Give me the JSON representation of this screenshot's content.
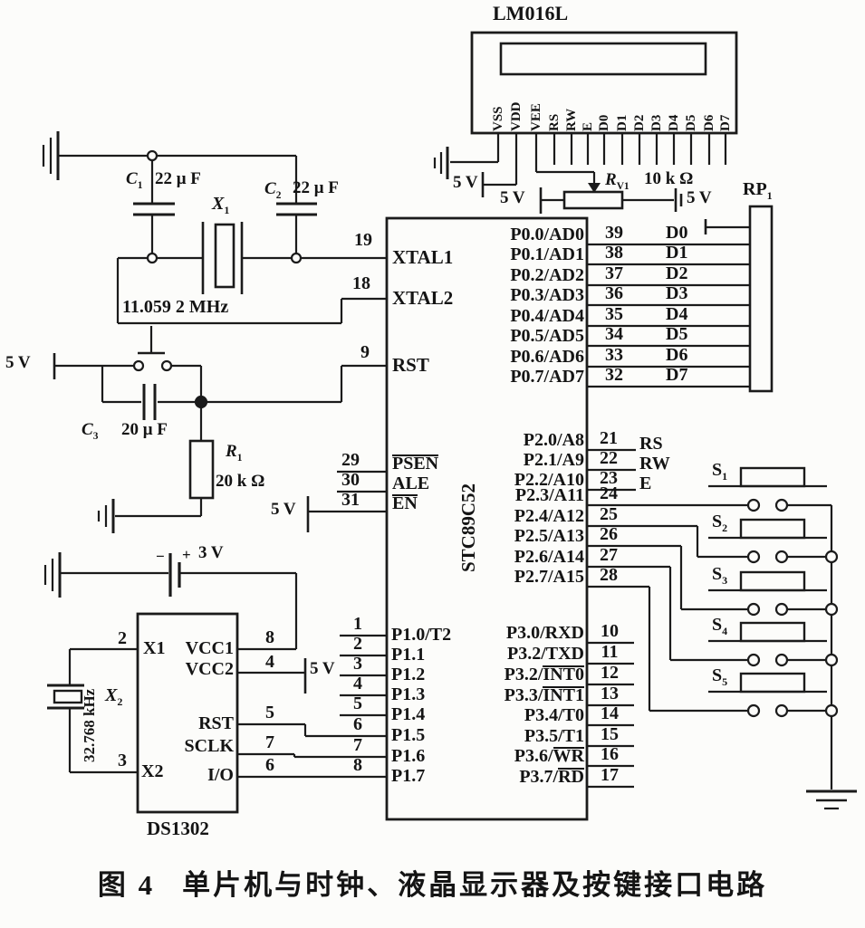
{
  "caption": {
    "figure": "图 4",
    "text": "单片机与时钟、液晶显示器及按键接口电路"
  },
  "power": {
    "v5": "5 V",
    "v3": "3 V",
    "minus": "−",
    "plus": "+"
  },
  "lcd": {
    "name": "LM016L",
    "pins": [
      "VSS",
      "VDD",
      "VEE",
      "RS",
      "RW",
      "E",
      "D0",
      "D1",
      "D2",
      "D3",
      "D4",
      "D5",
      "D6",
      "D7"
    ]
  },
  "pot": {
    "ref": "R",
    "sub": "V1",
    "value": "10 k Ω"
  },
  "rp": {
    "ref": "RP",
    "sub": "1"
  },
  "caps": {
    "c1": {
      "ref": "C",
      "sub": "1",
      "value": "22 μ F"
    },
    "c2": {
      "ref": "C",
      "sub": "2",
      "value": "22 μ F"
    },
    "c3": {
      "ref": "C",
      "sub": "3",
      "value": "20 μ F"
    }
  },
  "res": {
    "r1": {
      "ref": "R",
      "sub": "1",
      "value": "20 k Ω"
    }
  },
  "xtal": {
    "x1": {
      "ref": "X",
      "sub": "1",
      "freq": "11.059 2 MHz"
    },
    "x2": {
      "ref": "X",
      "sub": "2",
      "freq": "32.768 kHz"
    }
  },
  "mcu": {
    "name": "STC89C52",
    "left_top": [
      {
        "num": "19",
        "label": "XTAL1"
      },
      {
        "num": "18",
        "label": "XTAL2"
      },
      {
        "num": "9",
        "label": "RST"
      }
    ],
    "left_mid": [
      {
        "num": "29",
        "label": "PSEN",
        "ov": true
      },
      {
        "num": "30",
        "label": "ALE"
      },
      {
        "num": "31",
        "label": "EN",
        "ov": true
      }
    ],
    "p1": [
      {
        "num": "1",
        "label": "P1.0/T2"
      },
      {
        "num": "2",
        "label": "P1.1"
      },
      {
        "num": "3",
        "label": "P1.2"
      },
      {
        "num": "4",
        "label": "P1.3"
      },
      {
        "num": "5",
        "label": "P1.4"
      },
      {
        "num": "6",
        "label": "P1.5"
      },
      {
        "num": "7",
        "label": "P1.6"
      },
      {
        "num": "8",
        "label": "P1.7"
      }
    ],
    "p0": [
      {
        "num": "39",
        "label": "P0.0/AD0",
        "net": "D0"
      },
      {
        "num": "38",
        "label": "P0.1/AD1",
        "net": "D1"
      },
      {
        "num": "37",
        "label": "P0.2/AD2",
        "net": "D2"
      },
      {
        "num": "36",
        "label": "P0.3/AD3",
        "net": "D3"
      },
      {
        "num": "35",
        "label": "P0.4/AD4",
        "net": "D4"
      },
      {
        "num": "34",
        "label": "P0.5/AD5",
        "net": "D5"
      },
      {
        "num": "33",
        "label": "P0.6/AD6",
        "net": "D6"
      },
      {
        "num": "32",
        "label": "P0.7/AD7",
        "net": "D7"
      }
    ],
    "p2": [
      {
        "num": "21",
        "label": "P2.0/A8",
        "net": "RS"
      },
      {
        "num": "22",
        "label": "P2.1/A9",
        "net": "RW"
      },
      {
        "num": "23",
        "label": "P2.2/A10",
        "net": "E"
      },
      {
        "num": "24",
        "label": "P2.3/A11"
      },
      {
        "num": "25",
        "label": "P2.4/A12"
      },
      {
        "num": "26",
        "label": "P2.5/A13"
      },
      {
        "num": "27",
        "label": "P2.6/A14"
      },
      {
        "num": "28",
        "label": "P2.7/A15"
      }
    ],
    "p3": [
      {
        "num": "10",
        "pre": "P3.0/RXD"
      },
      {
        "num": "11",
        "pre": "P3.2/TXD"
      },
      {
        "num": "12",
        "pre": "P3.2/",
        "ov": "INT0"
      },
      {
        "num": "13",
        "pre": "P3.3/",
        "ov": "INT1"
      },
      {
        "num": "14",
        "pre": "P3.4/T0"
      },
      {
        "num": "15",
        "pre": "P3.5/T1"
      },
      {
        "num": "16",
        "pre": "P3.6/",
        "ov": "WR"
      },
      {
        "num": "17",
        "pre": "P3.7/",
        "ov": "RD"
      }
    ]
  },
  "ds": {
    "name": "DS1302",
    "x1": {
      "num": "2",
      "label": "X1"
    },
    "x2": {
      "num": "3",
      "label": "X2"
    },
    "vcc1": {
      "num": "8",
      "label": "VCC1"
    },
    "vcc2": {
      "num": "4",
      "label": "VCC2"
    },
    "rst": {
      "num": "5",
      "label": "RST"
    },
    "sclk": {
      "num": "7",
      "label": "SCLK"
    },
    "io": {
      "num": "6",
      "label": "I/O"
    }
  },
  "switches": [
    {
      "ref": "S",
      "sub": "1"
    },
    {
      "ref": "S",
      "sub": "2"
    },
    {
      "ref": "S",
      "sub": "3"
    },
    {
      "ref": "S",
      "sub": "4"
    },
    {
      "ref": "S",
      "sub": "5"
    }
  ]
}
